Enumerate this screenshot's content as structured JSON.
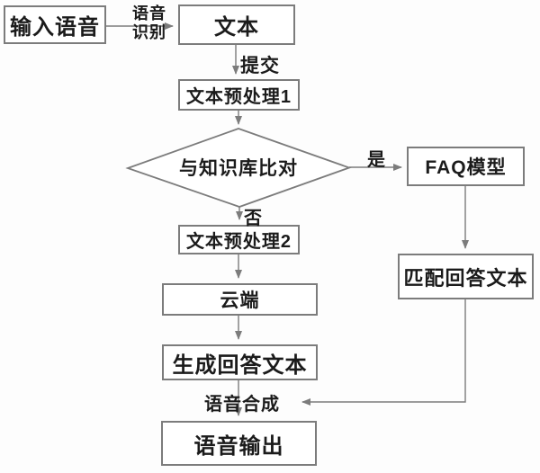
{
  "diagram": {
    "type": "flowchart",
    "language": "zh-CN",
    "colors": {
      "line": "#7c7c7c",
      "text": "#1b1b1b",
      "node_fill": "#ffffff",
      "background": "#fdfdfd"
    },
    "nodes": {
      "input_speech": "输入语音",
      "text": "文本",
      "preprocess1": "文本预处理1",
      "kb_compare": "与知识库比对",
      "faq_model": "FAQ模型",
      "match_answer": "匹配回答文本",
      "preprocess2": "文本预处理2",
      "cloud": "云端",
      "generate_answer": "生成回答文本",
      "speech_output": "语音输出"
    },
    "edge_labels": {
      "speech_recognition_line1": "语音",
      "speech_recognition_line2": "识别",
      "submit": "提交",
      "yes": "是",
      "no": "否",
      "speech_synthesis": "语音合成"
    },
    "edges": [
      {
        "from": "输入语音",
        "to": "文本",
        "label": "语音识别"
      },
      {
        "from": "文本",
        "to": "文本预处理1",
        "label": "提交"
      },
      {
        "from": "文本预处理1",
        "to": "与知识库比对",
        "label": ""
      },
      {
        "from": "与知识库比对",
        "to": "FAQ模型",
        "label": "是"
      },
      {
        "from": "与知识库比对",
        "to": "文本预处理2",
        "label": "否"
      },
      {
        "from": "文本预处理2",
        "to": "云端",
        "label": ""
      },
      {
        "from": "云端",
        "to": "生成回答文本",
        "label": ""
      },
      {
        "from": "生成回答文本",
        "to": "语音输出",
        "label": "语音合成"
      },
      {
        "from": "FAQ模型",
        "to": "匹配回答文本",
        "label": ""
      },
      {
        "from": "匹配回答文本",
        "to": "语音合成汇合点",
        "label": ""
      }
    ]
  }
}
